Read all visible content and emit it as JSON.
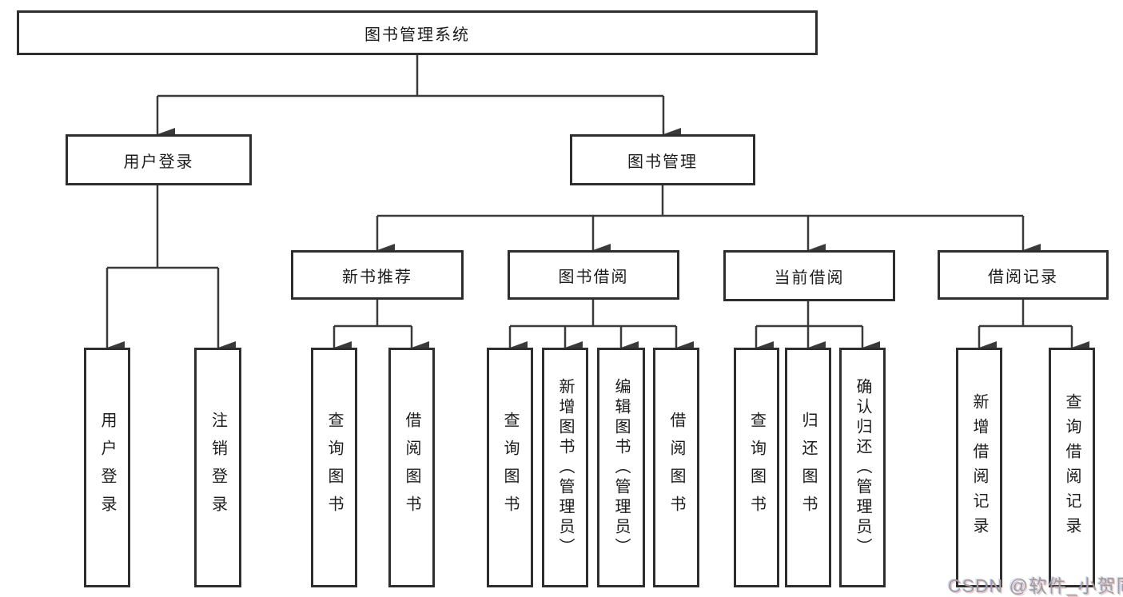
{
  "colors": {
    "background": "#ffffff",
    "line": "#3a3a3a",
    "box_border": "#2e2e2e",
    "text": "#1c1c1c",
    "watermark": "#9e9e9e"
  },
  "watermark": {
    "text": "CSDN @软件_小贺同学"
  },
  "tree": {
    "root": {
      "label": "图书管理系统"
    },
    "branches": [
      {
        "label": "用户登录",
        "children": [
          {
            "label": "用户登录"
          },
          {
            "label": "注销登录"
          }
        ]
      },
      {
        "label": "图书管理",
        "children": [
          {
            "label": "新书推荐",
            "children": [
              {
                "label": "查询图书"
              },
              {
                "label": "借阅图书"
              }
            ]
          },
          {
            "label": "图书借阅",
            "children": [
              {
                "label": "查询图书"
              },
              {
                "label": "新增图书（管理员）"
              },
              {
                "label": "编辑图书（管理员）"
              },
              {
                "label": "借阅图书"
              }
            ]
          },
          {
            "label": "当前借阅",
            "children": [
              {
                "label": "查询图书"
              },
              {
                "label": "归还图书"
              },
              {
                "label": "确认归还（管理员）"
              }
            ]
          },
          {
            "label": "借阅记录",
            "children": [
              {
                "label": "新增借阅记录"
              },
              {
                "label": "查询借阅记录"
              }
            ]
          }
        ]
      }
    ]
  }
}
